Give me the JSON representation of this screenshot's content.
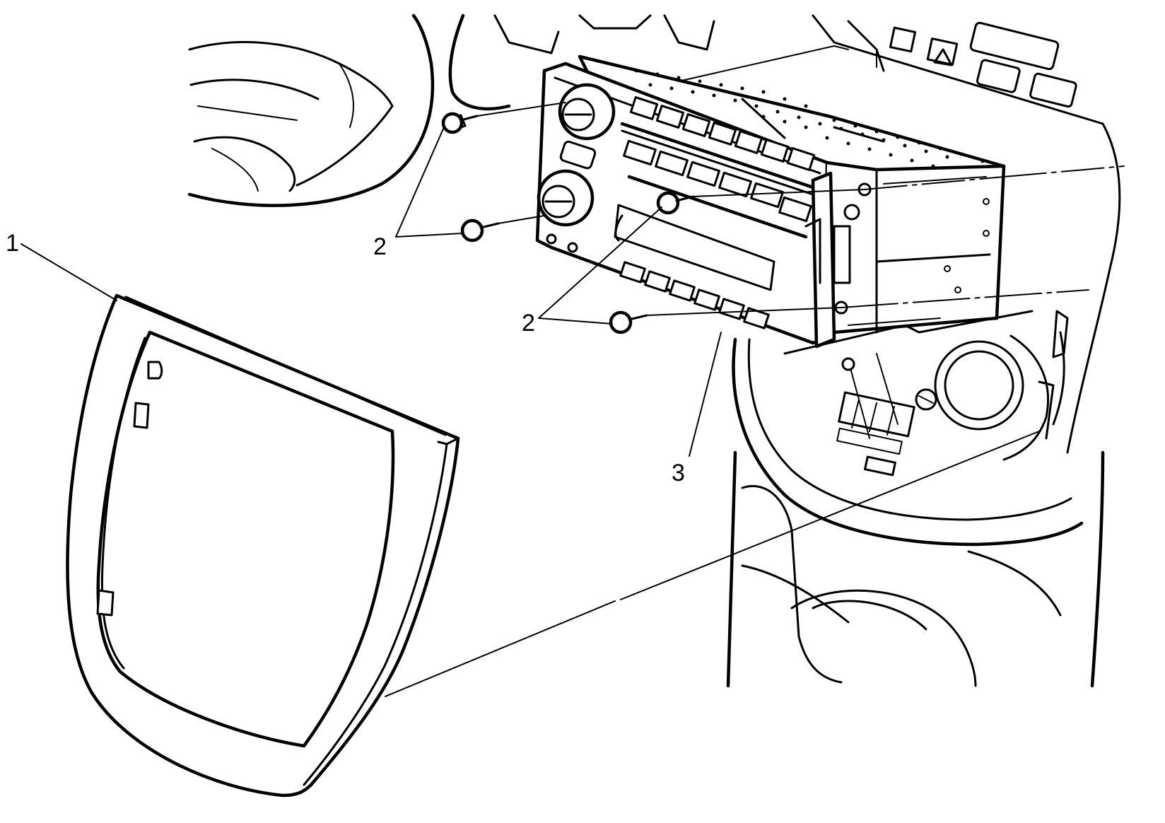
{
  "diagram": {
    "callouts": [
      {
        "id": "1",
        "text": "1"
      },
      {
        "id": "2a",
        "text": "2"
      },
      {
        "id": "2b",
        "text": "2"
      },
      {
        "id": "3",
        "text": "3"
      }
    ]
  }
}
